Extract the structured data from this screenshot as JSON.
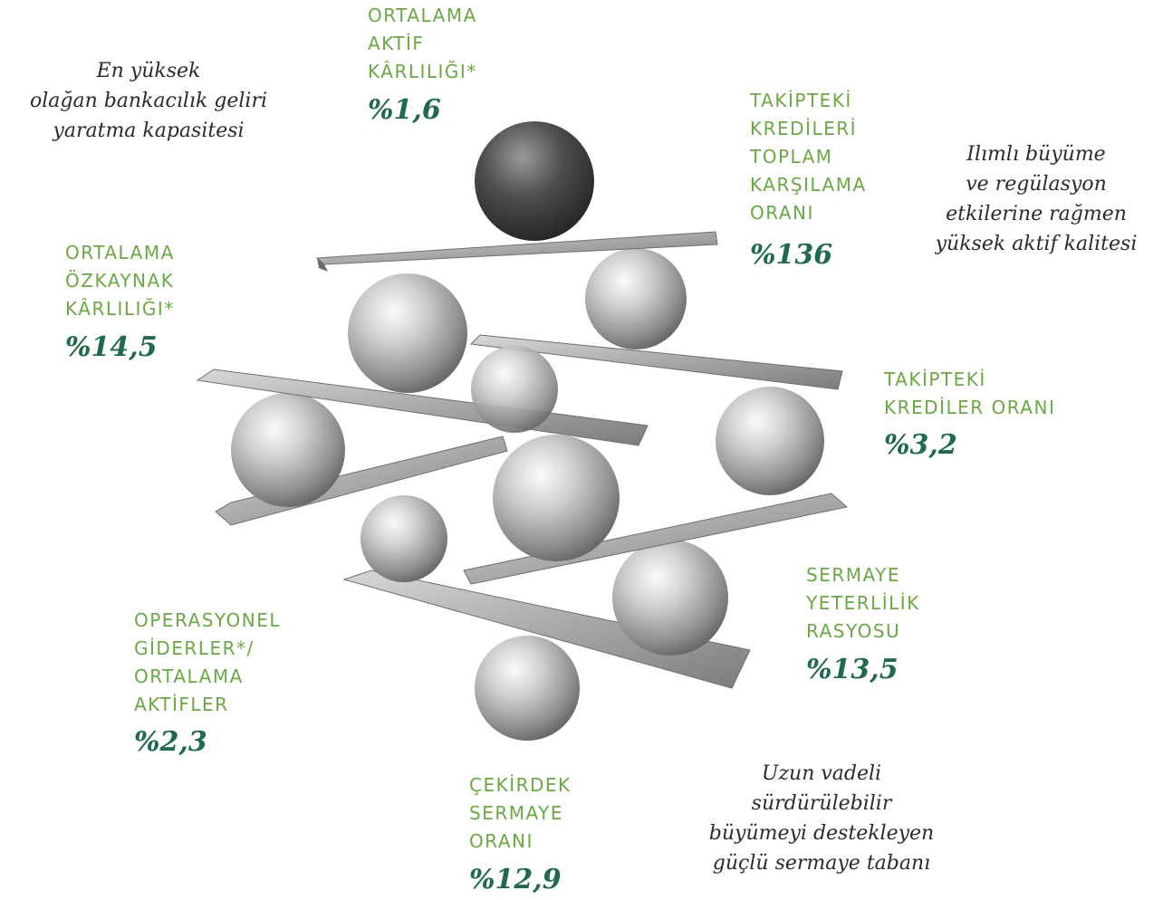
{
  "colors": {
    "label_green": "#6aa843",
    "value_green": "#1e6a4a",
    "note_text": "#2b2b2b"
  },
  "illustration": "balanced-spheres-and-plates",
  "metrics": {
    "roa": {
      "lines": [
        "ORTALAMA",
        "AKTİF",
        "KÂRLILIĞI*"
      ],
      "value": "%1,6"
    },
    "roe": {
      "lines": [
        "ORTALAMA",
        "ÖZKAYNAK",
        "KÂRLILIĞI*"
      ],
      "value": "%14,5"
    },
    "npl_coverage": {
      "lines": [
        "TAKİPTEKİ",
        "KREDİLERİ",
        "TOPLAM",
        "KARŞILAMA",
        "ORANI"
      ],
      "value": "%136"
    },
    "npl_ratio": {
      "lines": [
        "TAKİPTEKİ",
        "KREDİLER ORANI"
      ],
      "value": "%3,2"
    },
    "car": {
      "lines": [
        "SERMAYE",
        "YETERLİLİK",
        "RASYOSU"
      ],
      "value": "%13,5"
    },
    "opex": {
      "lines": [
        "OPERASYONEL",
        "GİDERLER*/",
        "ORTALAMA",
        "AKTİFLER"
      ],
      "value": "%2,3"
    },
    "core_capital": {
      "lines": [
        "ÇEKİRDEK",
        "SERMAYE",
        "ORANI"
      ],
      "value": "%12,9"
    }
  },
  "notes": {
    "income": [
      "En yüksek",
      "olağan bankacılık geliri",
      "yaratma kapasitesi"
    ],
    "asset_quality": [
      "Ilımlı büyüme",
      "ve regülasyon",
      "etkilerine rağmen",
      "yüksek aktif kalitesi"
    ],
    "capital": [
      "Uzun vadeli",
      "sürdürülebilir",
      "büyümeyi destekleyen",
      "güçlü sermaye tabanı"
    ]
  }
}
